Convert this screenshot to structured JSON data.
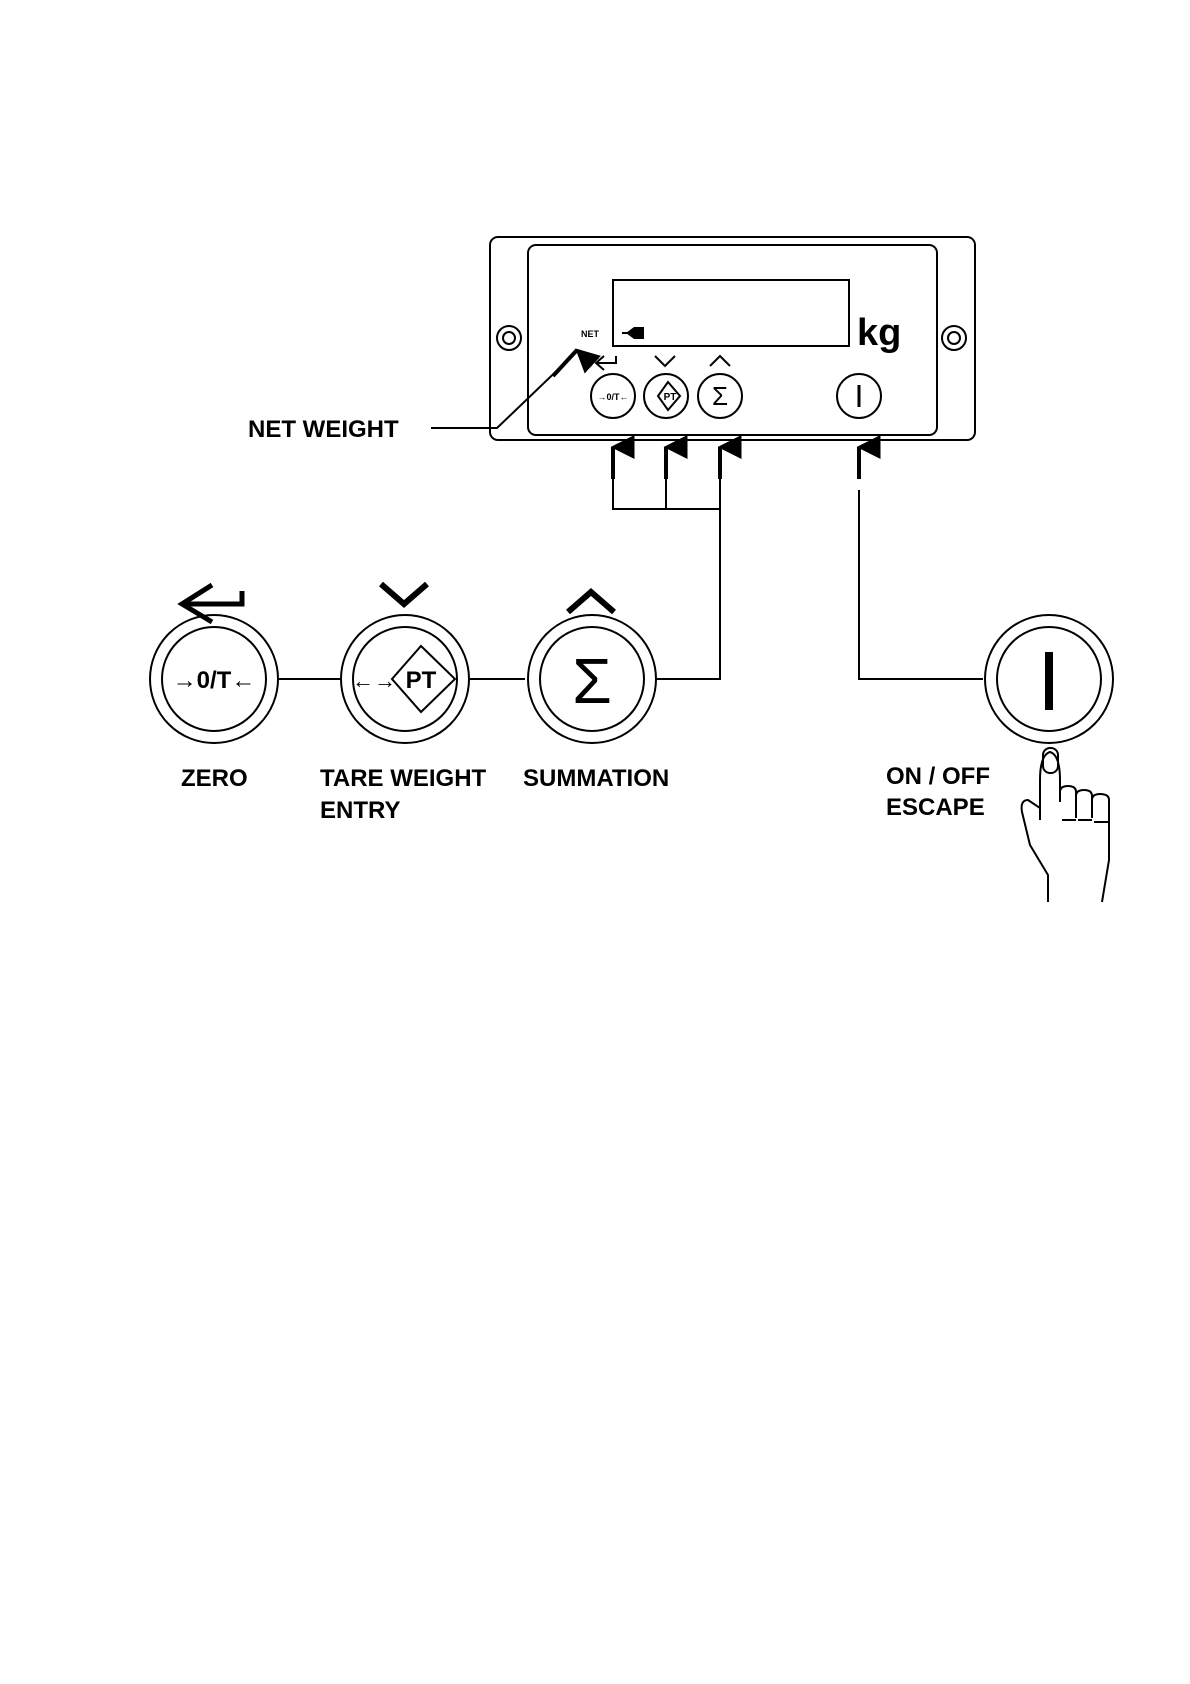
{
  "device": {
    "display_indicator": "NET",
    "unit": "kg",
    "colors": {
      "ink": "#000000",
      "paper": "#ffffff"
    }
  },
  "keys": {
    "zero": {
      "symbol": "→0/T←",
      "label": "ZERO",
      "arrow_icon": "enter-arrow-icon"
    },
    "tare": {
      "symbol_left": "←→",
      "symbol_main": "PT",
      "label_line1": "TARE WEIGHT",
      "label_line2": "ENTRY",
      "arrow_icon": "chevron-down-icon"
    },
    "summation": {
      "symbol": "Σ",
      "label": "SUMMATION",
      "arrow_icon": "chevron-up-icon"
    },
    "power": {
      "symbol": "I",
      "label_line1": "ON / OFF",
      "label_line2": "ESCAPE",
      "pointer_icon": "pointing-hand-icon"
    }
  },
  "callouts": {
    "net_weight": "NET WEIGHT"
  }
}
